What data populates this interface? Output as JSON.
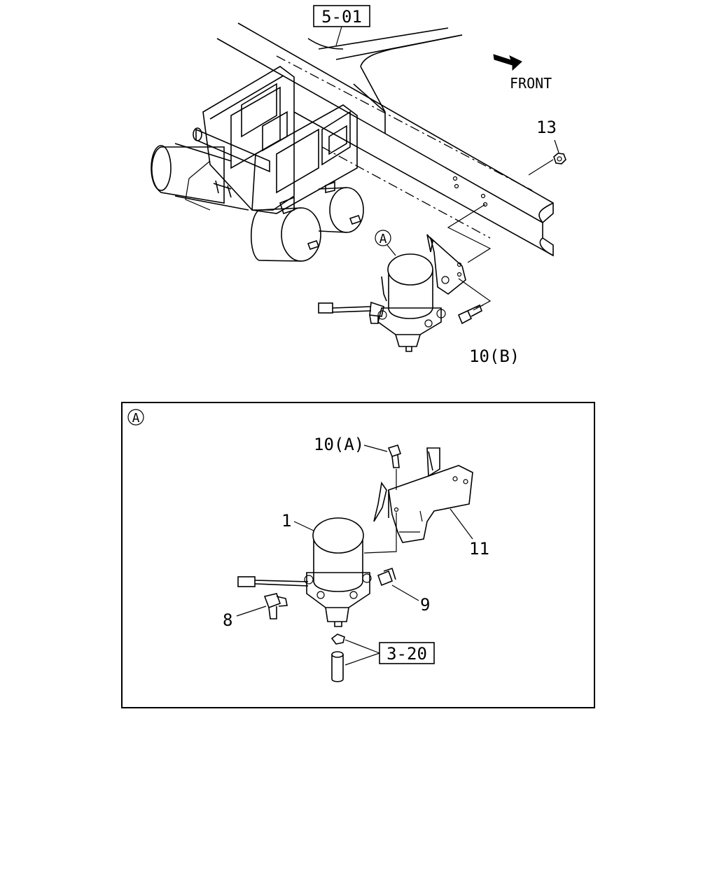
{
  "refs": {
    "top_ref": "5-01",
    "bottom_ref": "3-20"
  },
  "labels": {
    "front": "FRONT",
    "part_13": "13",
    "part_10b": "10(B)",
    "callout_a_top": "A",
    "callout_a_box": "A",
    "part_10a": "10(A)",
    "part_1": "1",
    "part_11": "11",
    "part_9": "9",
    "part_8": "8"
  },
  "icons": {
    "front_arrow": "arrow-right-down-icon"
  }
}
